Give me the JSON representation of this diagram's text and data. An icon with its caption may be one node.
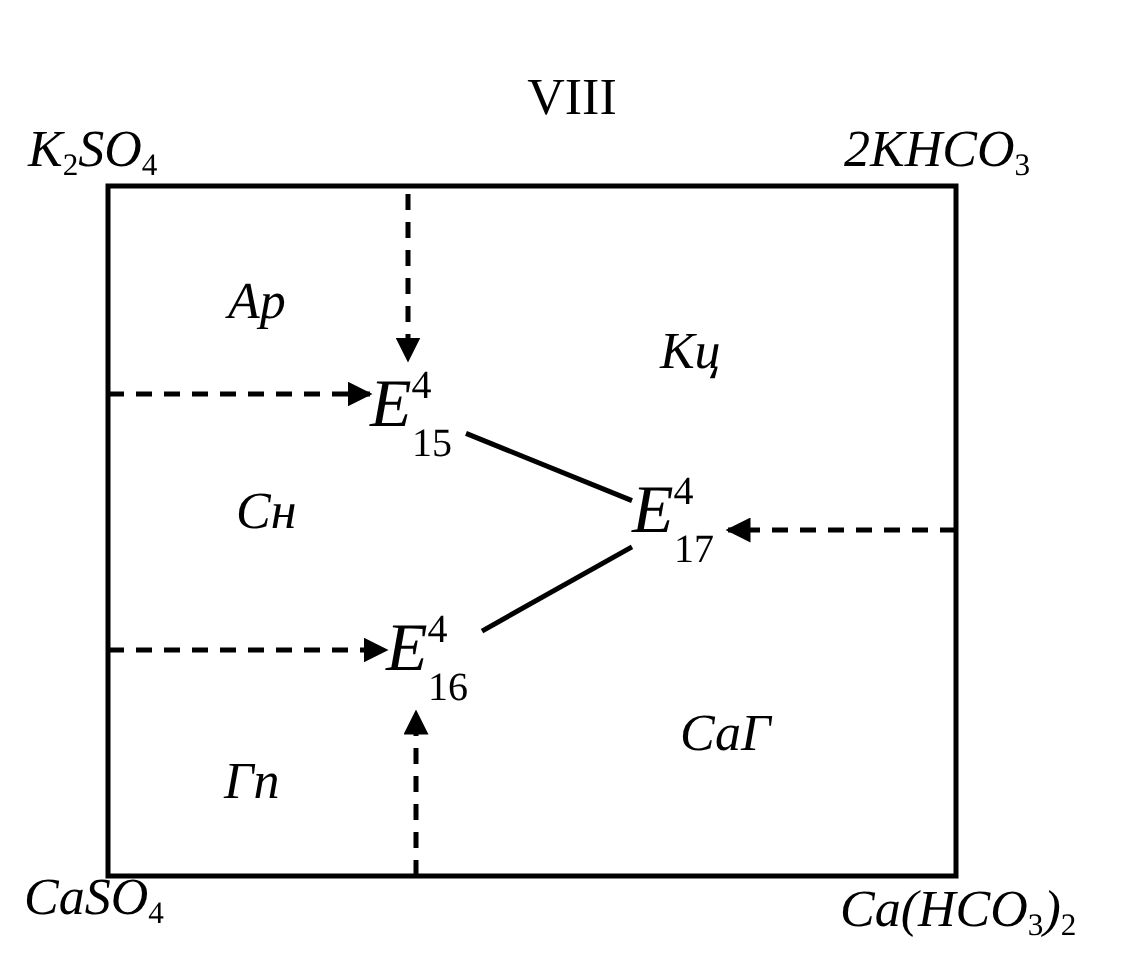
{
  "diagram": {
    "title": "VIII",
    "nodes": [
      {
        "text": [
          "E$^{4}$$_{15}$"
        ]
      },
      {
        "text": [
          "E$^{4}$$_{16}$"
        ]
      },
      {
        "text": [
          "E$^{4}$$_{17}$"
        ]
      }
    ],
    "edges": [
      {
        "from": 0,
        "to": 2,
        "arrow": "none"
      },
      {
        "from": 1,
        "to": 2,
        "arrow": "none"
      },
      {
        "from": null,
        "to": 0,
        "arrow": "to",
        "style": "dashed"
      },
      {
        "from": null,
        "to": 0,
        "arrow": "to",
        "style": "dashed"
      },
      {
        "from": null,
        "to": 1,
        "arrow": "to",
        "style": "dashed"
      },
      {
        "from": null,
        "to": 1,
        "arrow": "to",
        "style": "dashed"
      },
      {
        "from": null,
        "to": 2,
        "arrow": "to",
        "style": "dashed"
      }
    ],
    "labels": [
      "K$_{2}$SO$_{4}$",
      "2KHCO$_{3}$",
      "Ар",
      "Кц",
      "Сн",
      "Гп",
      "СаГ",
      "CaSO$_{4}$",
      "Ca(HCO$_{3}$)$_{2}$"
    ]
  }
}
